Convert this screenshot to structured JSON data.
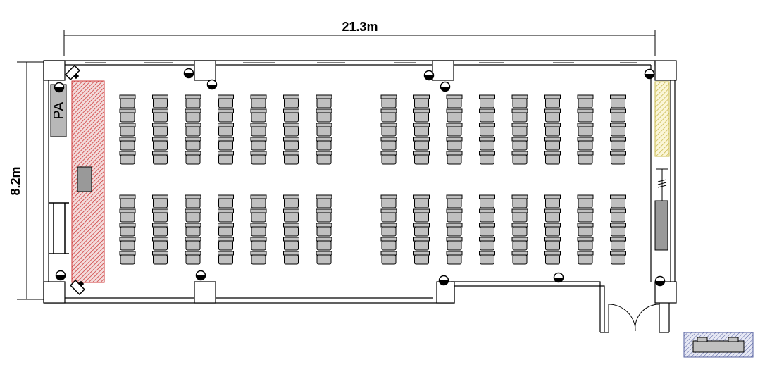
{
  "dimensions": {
    "width_label": "21.3m",
    "height_label": "8.2m"
  },
  "labels": {
    "pa": "PA"
  },
  "seating": {
    "blocks": 2,
    "columns_per_block": 15,
    "rows_per_column": 5,
    "column_groups": [
      7,
      8
    ]
  },
  "colors": {
    "wall": "#000000",
    "chair_fill": "#c0c0c0",
    "stage_hatch": "#cc3333",
    "side_hatch": "#d8c860",
    "equipment_fill": "#999999"
  },
  "icons": [
    "speaker-icon",
    "pillar-light-icon",
    "door-icon",
    "legend-equipment-icon"
  ]
}
